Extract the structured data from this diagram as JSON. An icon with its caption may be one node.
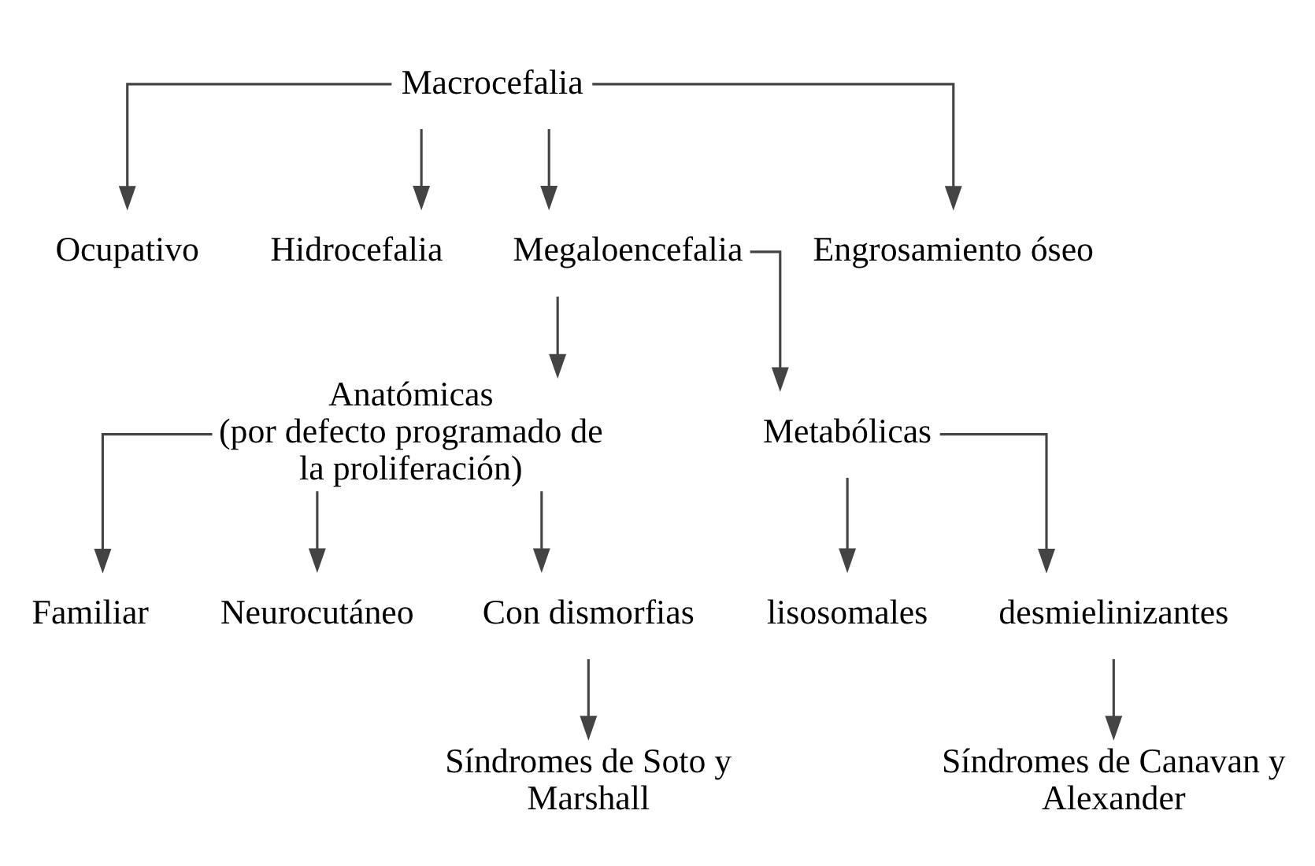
{
  "diagram": {
    "nodes": [
      {
        "text": [
          "Macrocefalia"
        ]
      },
      {
        "text": [
          "Ocupativo"
        ]
      },
      {
        "text": [
          "Hidrocefalia"
        ]
      },
      {
        "text": [
          "Megaloencefalia"
        ]
      },
      {
        "text": [
          "Engrosamiento óseo"
        ]
      },
      {
        "text": [
          "Anatómicas",
          "(por defecto programado de la proliferación)"
        ]
      },
      {
        "text": [
          "Metabólicas"
        ]
      },
      {
        "text": [
          "Familiar"
        ]
      },
      {
        "text": [
          "Neurocutáneo"
        ]
      },
      {
        "text": [
          "Con dismorfias"
        ]
      },
      {
        "text": [
          "Síndromes de Soto y Marshall"
        ]
      },
      {
        "text": [
          "lisosomales"
        ]
      },
      {
        "text": [
          "desmielinizantes"
        ]
      },
      {
        "text": [
          "Síndromes de Canavan y Alexander"
        ]
      }
    ],
    "edges": [
      {
        "from": 0,
        "to": 1,
        "arrow": "to"
      },
      {
        "from": 0,
        "to": 2,
        "arrow": "to"
      },
      {
        "from": 0,
        "to": 3,
        "arrow": "to"
      },
      {
        "from": 0,
        "to": 4,
        "arrow": "to"
      },
      {
        "from": 3,
        "to": 5,
        "arrow": "to"
      },
      {
        "from": 3,
        "to": 6,
        "arrow": "to"
      },
      {
        "from": 5,
        "to": 7,
        "arrow": "to"
      },
      {
        "from": 5,
        "to": 8,
        "arrow": "to"
      },
      {
        "from": 5,
        "to": 9,
        "arrow": "to"
      },
      {
        "from": 9,
        "to": 10,
        "arrow": "to"
      },
      {
        "from": 6,
        "to": 11,
        "arrow": "to"
      },
      {
        "from": 6,
        "to": 12,
        "arrow": "to"
      },
      {
        "from": 12,
        "to": 13,
        "arrow": "to"
      }
    ]
  }
}
